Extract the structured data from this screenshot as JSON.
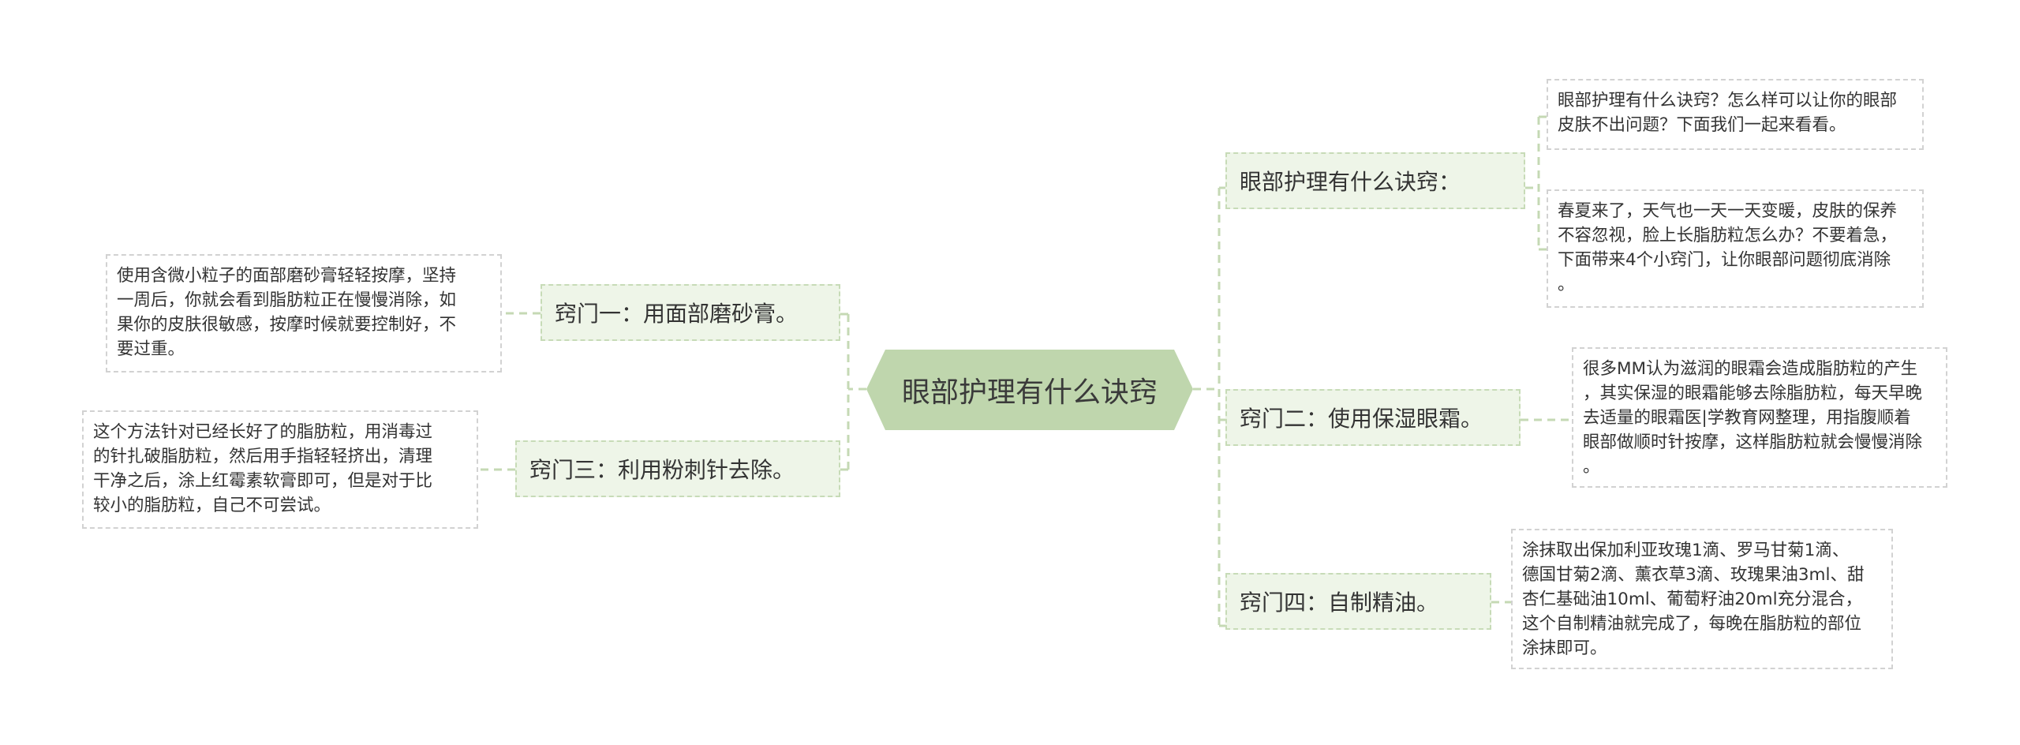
{
  "colors": {
    "root_fill": "#bfd6ad",
    "branch_fill": "#eef5e8",
    "branch_border": "#c7dbb7",
    "note_border": "#d2d2d2",
    "connector": "#c5d9b4",
    "text": "#333333"
  },
  "root": {
    "label": "眼部护理有什么诀窍"
  },
  "branches": {
    "b1": {
      "label": "眼部护理有什么诀窍：",
      "notes": [
        "眼部护理有什么诀窍？怎么样可以让你的眼部\n皮肤不出问题？下面我们一起来看看。",
        "春夏来了，天气也一天一天变暖，皮肤的保养\n不容忽视，脸上长脂肪粒怎么办？不要着急，\n下面带来4个小窍门，让你眼部问题彻底消除\n。"
      ]
    },
    "b2": {
      "label": "窍门二：使用保湿眼霜。",
      "notes": [
        "很多MM认为滋润的眼霜会造成脂肪粒的产生\n，其实保湿的眼霜能够去除脂肪粒，每天早晚\n去适量的眼霜医|学教育网整理，用指腹顺着\n眼部做顺时针按摩，这样脂肪粒就会慢慢消除\n。"
      ]
    },
    "b3": {
      "label": "窍门四：自制精油。",
      "notes": [
        "涂抹取出保加利亚玫瑰1滴、罗马甘菊1滴、\n德国甘菊2滴、薰衣草3滴、玫瑰果油3ml、甜\n杏仁基础油10ml、葡萄籽油20ml充分混合，\n这个自制精油就完成了，每晚在脂肪粒的部位\n涂抹即可。"
      ]
    },
    "b4": {
      "label": "窍门一：用面部磨砂膏。",
      "notes": [
        "使用含微小粒子的面部磨砂膏轻轻按摩，坚持\n一周后，你就会看到脂肪粒正在慢慢消除，如\n果你的皮肤很敏感，按摩时候就要控制好，不\n要过重。"
      ]
    },
    "b5": {
      "label": "窍门三：利用粉刺针去除。",
      "notes": [
        "这个方法针对已经长好了的脂肪粒，用消毒过\n的针扎破脂肪粒，然后用手指轻轻挤出，清理\n干净之后，涂上红霉素软膏即可，但是对于比\n较小的脂肪粒，自己不可尝试。"
      ]
    }
  }
}
